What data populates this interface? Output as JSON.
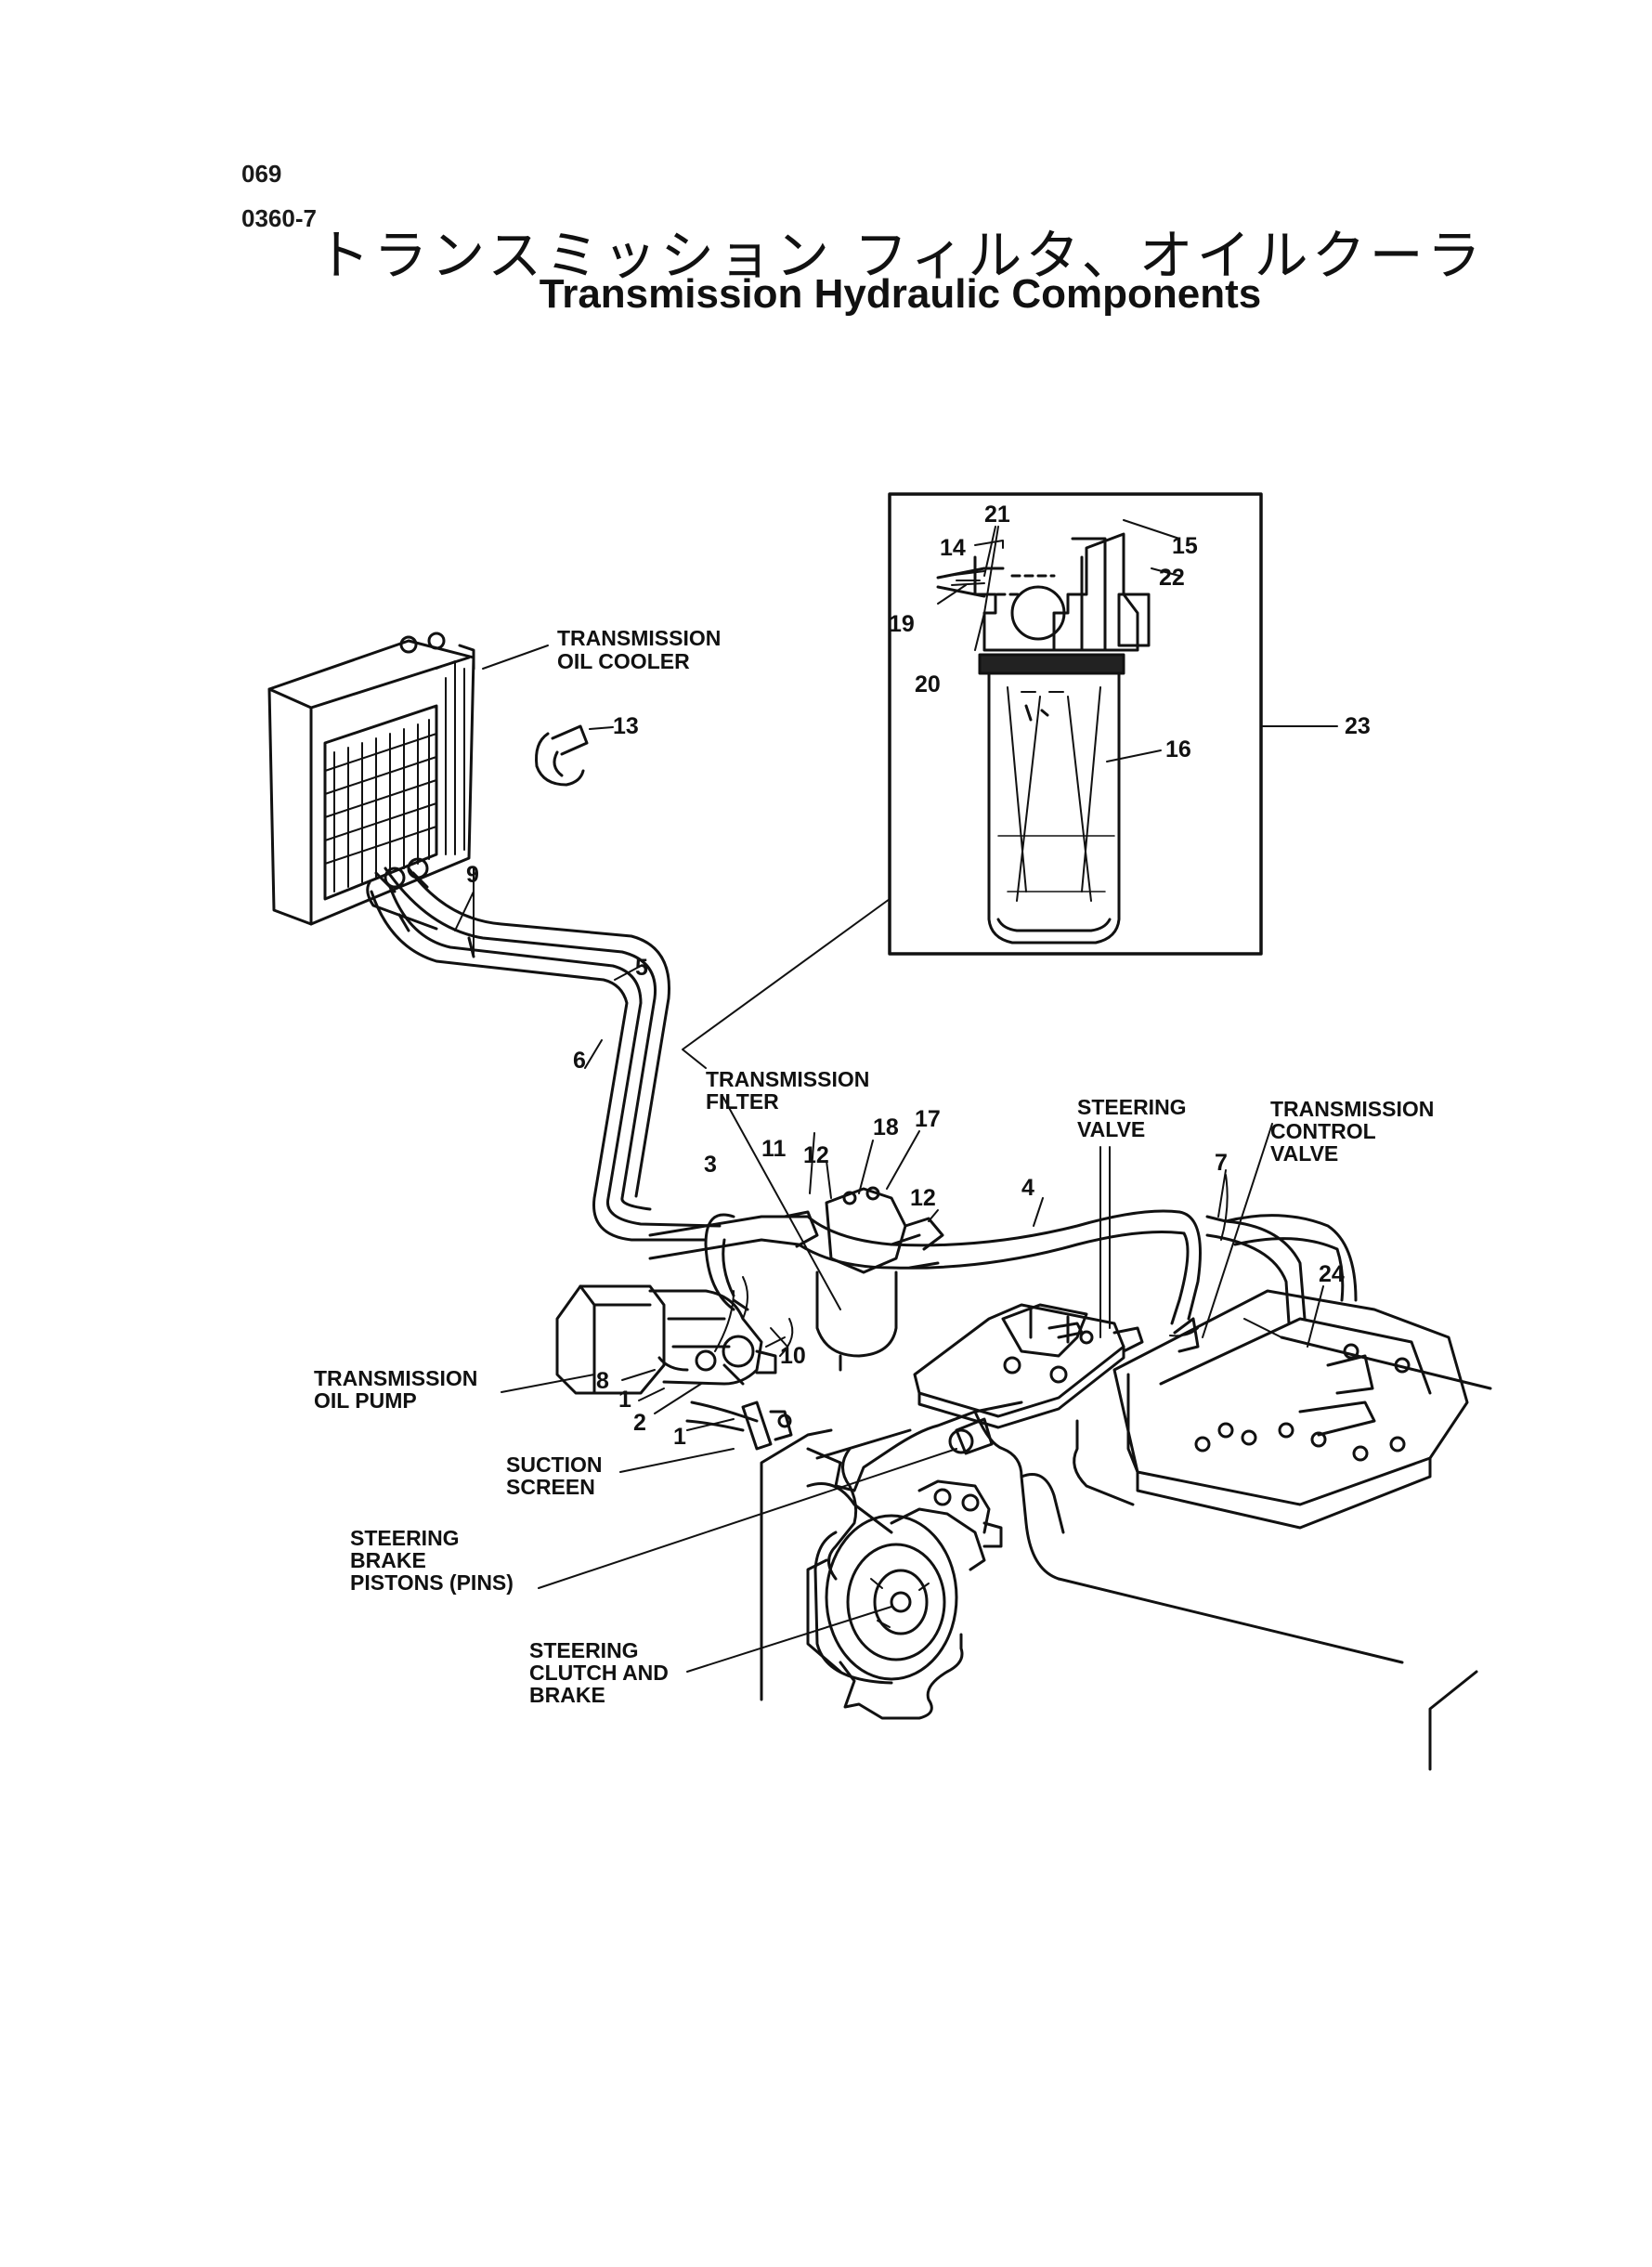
{
  "page_code": "069",
  "figure_code": "0360-7",
  "title_ja": "トランスミッション フィルタ、オイルクーラ",
  "title_en": "Transmission Hydraulic Components",
  "labels": {
    "oil_cooler": [
      "TRANSMISSION",
      "OIL COOLER"
    ],
    "filter": [
      "TRANSMISSION",
      "FILTER"
    ],
    "steering_valve": [
      "STEERING",
      "VALVE"
    ],
    "control_valve": [
      "TRANSMISSION",
      "CONTROL",
      "VALVE"
    ],
    "oil_pump": [
      "TRANSMISSION",
      "OIL PUMP"
    ],
    "suction_screen": [
      "SUCTION",
      "SCREEN"
    ],
    "brake_pistons": [
      "STEERING",
      "BRAKE",
      "PISTONS (PINS)"
    ],
    "clutch_brake": [
      "STEERING",
      "CLUTCH AND",
      "BRAKE"
    ]
  },
  "callouts": {
    "c1a": "1",
    "c1b": "1",
    "c2": "2",
    "c3": "3",
    "c4": "4",
    "c5": "5",
    "c6": "6",
    "c7": "7",
    "c8": "8",
    "c9": "9",
    "c10": "10",
    "c11": "11",
    "c12a": "12",
    "c12b": "12",
    "c13": "13",
    "c14": "14",
    "c15": "15",
    "c16": "16",
    "c17": "17",
    "c18": "18",
    "c19": "19",
    "c20": "20",
    "c21": "21",
    "c22": "22",
    "c23": "23",
    "c24": "24"
  }
}
